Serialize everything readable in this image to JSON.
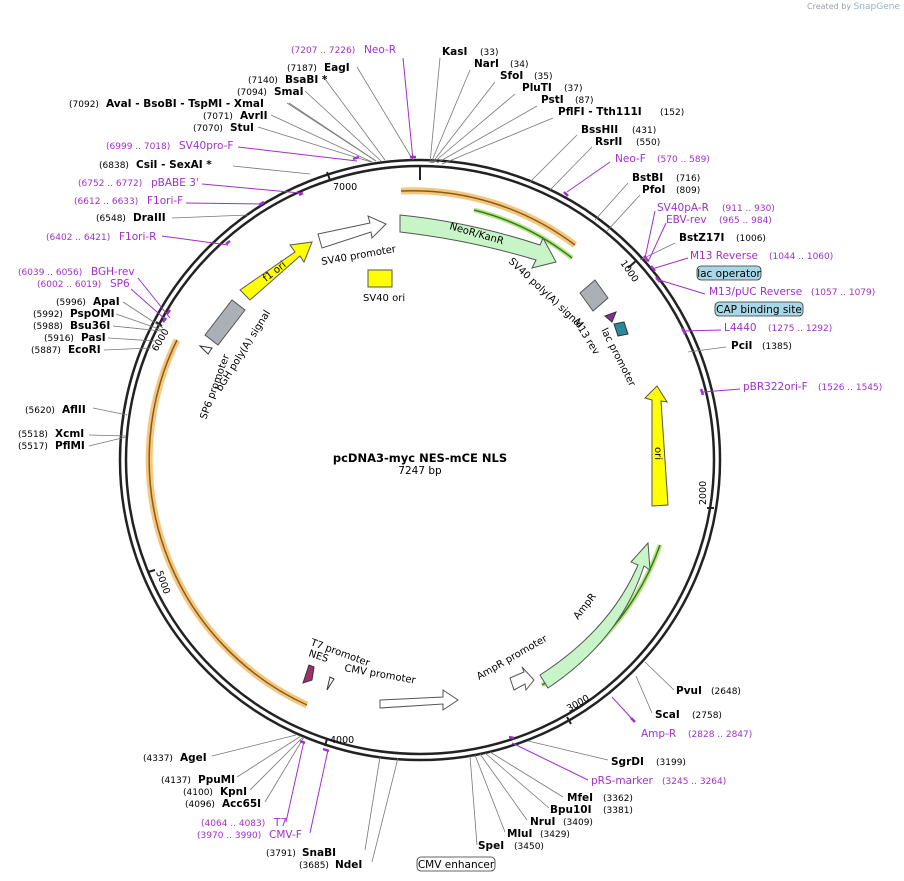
{
  "brand": {
    "prefix": "Created by",
    "name": "SnapGene"
  },
  "plasmid": {
    "name": "pcDNA3-myc NES-mCE NLS",
    "length": "7247 bp"
  },
  "ticks": [
    "1000",
    "2000",
    "3000",
    "4000",
    "5000",
    "6000",
    "7000"
  ],
  "enzymes": [
    {
      "name": "KasI",
      "pos": "(33)",
      "side": "R"
    },
    {
      "name": "NarI",
      "pos": "(34)",
      "side": "R"
    },
    {
      "name": "SfoI",
      "pos": "(35)",
      "side": "R"
    },
    {
      "name": "PluTI",
      "pos": "(37)",
      "side": "R"
    },
    {
      "name": "PstI",
      "pos": "(87)",
      "side": "R"
    },
    {
      "name": "PflFI - Tth111I",
      "pos": "(152)",
      "side": "R"
    },
    {
      "name": "BssHII",
      "pos": "(431)",
      "side": "R"
    },
    {
      "name": "RsrII",
      "pos": "(550)",
      "side": "R"
    },
    {
      "name": "BstBI",
      "pos": "(716)",
      "side": "R"
    },
    {
      "name": "PfoI",
      "pos": "(809)",
      "side": "R"
    },
    {
      "name": "BstZ17I",
      "pos": "(1006)",
      "side": "R"
    },
    {
      "name": "PciI",
      "pos": "(1385)",
      "side": "R"
    },
    {
      "name": "PvuI",
      "pos": "(2648)",
      "side": "R"
    },
    {
      "name": "ScaI",
      "pos": "(2758)",
      "side": "R"
    },
    {
      "name": "SgrDI",
      "pos": "(3199)",
      "side": "R"
    },
    {
      "name": "MfeI",
      "pos": "(3362)",
      "side": "R"
    },
    {
      "name": "Bpu10I",
      "pos": "(3381)",
      "side": "R"
    },
    {
      "name": "NruI",
      "pos": "(3409)",
      "side": "R"
    },
    {
      "name": "MluI",
      "pos": "(3429)",
      "side": "R"
    },
    {
      "name": "SpeI",
      "pos": "(3450)",
      "side": "R"
    },
    {
      "name": "SnaBI",
      "pos": "(3791)",
      "side": "L"
    },
    {
      "name": "NdeI",
      "pos": "(3685)",
      "side": "L"
    },
    {
      "name": "AgeI",
      "pos": "(4337)",
      "side": "L"
    },
    {
      "name": "PpuMI",
      "pos": "(4137)",
      "side": "L"
    },
    {
      "name": "KpnI",
      "pos": "(4100)",
      "side": "L"
    },
    {
      "name": "Acc65I",
      "pos": "(4096)",
      "side": "L"
    },
    {
      "name": "AflII",
      "pos": "(5620)",
      "side": "L"
    },
    {
      "name": "XcmI",
      "pos": "(5518)",
      "side": "L"
    },
    {
      "name": "PflMI",
      "pos": "(5517)",
      "side": "L"
    },
    {
      "name": "ApaI",
      "pos": "(5996)",
      "side": "L"
    },
    {
      "name": "PspOMI",
      "pos": "(5992)",
      "side": "L"
    },
    {
      "name": "Bsu36I",
      "pos": "(5988)",
      "side": "L"
    },
    {
      "name": "PasI",
      "pos": "(5916)",
      "side": "L"
    },
    {
      "name": "EcoRI",
      "pos": "(5887)",
      "side": "L"
    },
    {
      "name": "DraIII",
      "pos": "(6548)",
      "side": "L"
    },
    {
      "name": "CsiI - SexAI *",
      "pos": "(6838)",
      "side": "L"
    },
    {
      "name": "StuI",
      "pos": "(7070)",
      "side": "L"
    },
    {
      "name": "AvrII",
      "pos": "(7071)",
      "side": "L"
    },
    {
      "name": "SmaI",
      "pos": "(7094)",
      "side": "L"
    },
    {
      "name": "AvaI - BsoBI - TspMI - XmaI",
      "pos": "(7092)",
      "side": "L"
    },
    {
      "name": "BsaBI *",
      "pos": "(7140)",
      "side": "L"
    },
    {
      "name": "EagI",
      "pos": "(7187)",
      "side": "L"
    }
  ],
  "primers": [
    {
      "name": "Neo-R",
      "pos": "(7207 .. 7226)"
    },
    {
      "name": "Neo-F",
      "pos": "(570 .. 589)"
    },
    {
      "name": "SV40pA-R",
      "pos": "(911 .. 930)"
    },
    {
      "name": "EBV-rev",
      "pos": "(965 .. 984)"
    },
    {
      "name": "M13 Reverse",
      "pos": "(1044 .. 1060)"
    },
    {
      "name": "M13/pUC Reverse",
      "pos": "(1057 .. 1079)"
    },
    {
      "name": "L4440",
      "pos": "(1275 .. 1292)"
    },
    {
      "name": "pBR322ori-F",
      "pos": "(1526 .. 1545)"
    },
    {
      "name": "Amp-R",
      "pos": "(2828 .. 2847)"
    },
    {
      "name": "pRS-marker",
      "pos": "(3245 .. 3264)"
    },
    {
      "name": "T7",
      "pos": "(4064 .. 4083)"
    },
    {
      "name": "CMV-F",
      "pos": "(3970 .. 3990)"
    },
    {
      "name": "SV40pro-F",
      "pos": "(6999 .. 7018)"
    },
    {
      "name": "pBABE 3'",
      "pos": "(6752 .. 6772)"
    },
    {
      "name": "F1ori-F",
      "pos": "(6612 .. 6633)"
    },
    {
      "name": "F1ori-R",
      "pos": "(6402 .. 6421)"
    },
    {
      "name": "BGH-rev",
      "pos": "(6039 .. 6056)"
    },
    {
      "name": "SP6",
      "pos": "(6002 .. 6019)"
    }
  ],
  "boxed_features": [
    "lac operator",
    "CAP binding site",
    "CMV enhancer"
  ],
  "features": [
    "NeoR/KanR",
    "SV40 promoter",
    "SV40 ori",
    "f1 ori",
    "SV40 poly(A) signal",
    "M13 rev",
    "lac promoter",
    "ori",
    "AmpR",
    "AmpR promoter",
    "T7 promoter",
    "NES",
    "CMV promoter",
    "SP6 promoter",
    "bGH poly(A) signal"
  ],
  "colors": {
    "primer": "#a030c8",
    "backbone": "#222222",
    "feature_green": "#c8f5c8",
    "feature_yellow": "#ffff00",
    "highlight_orange": "#f5c77e",
    "boxed_bg": "#a8d8e8"
  }
}
